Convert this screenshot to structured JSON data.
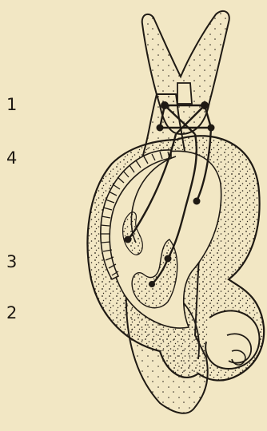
{
  "labels": [
    "1",
    "4",
    "3",
    "2"
  ],
  "colors": {
    "paper": "#f2e7c4",
    "ink": "#1f1a14"
  }
}
